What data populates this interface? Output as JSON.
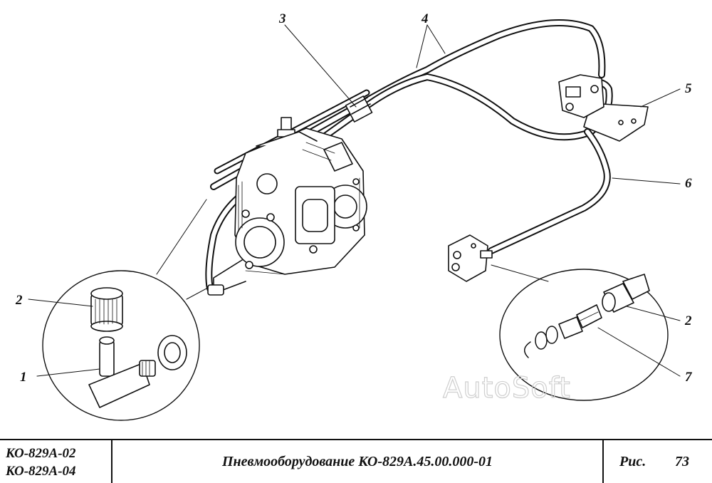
{
  "callouts": [
    "1",
    "2",
    "3",
    "4",
    "5",
    "6",
    "2",
    "7"
  ],
  "watermark": "AutoSoft",
  "title_block": {
    "model_1": "КО-829А-02",
    "model_2": "КО-829А-04",
    "title": "Пневмооборудование КО-829А.45.00.000-01",
    "figure_label": "Рис.",
    "figure_number": "73"
  }
}
